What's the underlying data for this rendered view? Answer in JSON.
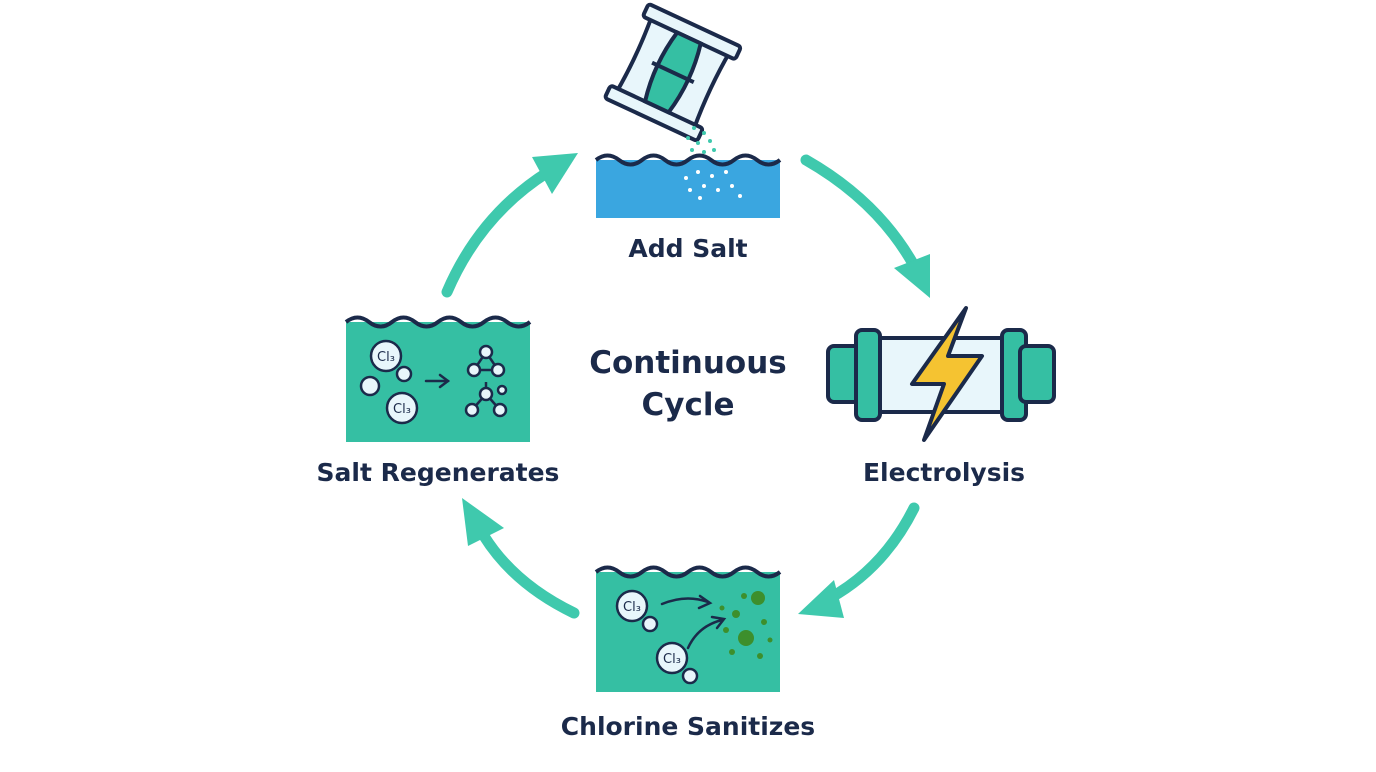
{
  "diagram": {
    "center": {
      "line1": "Continuous",
      "line2": "Cycle"
    },
    "steps": [
      {
        "id": "add-salt",
        "label": "Add Salt"
      },
      {
        "id": "electrolysis",
        "label": "Electrolysis"
      },
      {
        "id": "chlorine-sanitizes",
        "label": "Chlorine Sanitizes"
      },
      {
        "id": "salt-regenerates",
        "label": "Salt Regenerates"
      }
    ],
    "molecule_label": "Cl₃",
    "colors": {
      "arrow": "#3fc9ad",
      "water": "#3aa6e0",
      "teal": "#35bfa3",
      "navy": "#1b2a4a",
      "bolt": "#f5c331",
      "algae": "#3d8f2c"
    },
    "icons": [
      "salt-bag-icon",
      "pool-water-icon",
      "electrolysis-cell-icon",
      "lightning-bolt-icon",
      "chlorine-molecule-icon",
      "algae-icon",
      "arrow-icon"
    ]
  }
}
